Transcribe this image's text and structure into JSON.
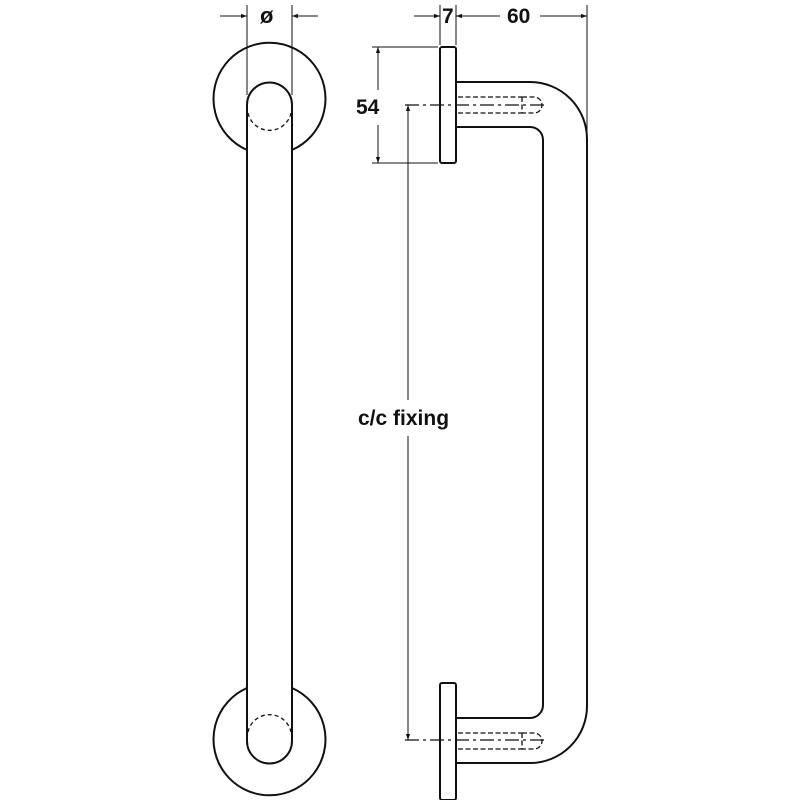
{
  "labels": {
    "diameter": "ø",
    "plate_thickness": "7",
    "projection": "60",
    "rosette_diameter": "54",
    "centres": "c/c fixing"
  },
  "colors": {
    "line": "#111111",
    "background": "#ffffff"
  }
}
